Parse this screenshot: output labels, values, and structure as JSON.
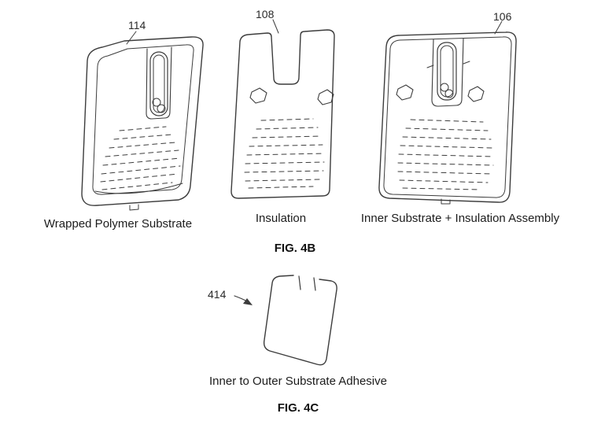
{
  "figure_4b": {
    "title": "FIG. 4B",
    "items": [
      {
        "ref": "114",
        "caption": "Wrapped Polymer Substrate"
      },
      {
        "ref": "108",
        "caption": "Insulation"
      },
      {
        "ref": "106",
        "caption": "Inner Substrate + Insulation Assembly"
      }
    ]
  },
  "figure_4c": {
    "title": "FIG. 4C",
    "ref": "414",
    "caption": "Inner to Outer Substrate Adhesive"
  },
  "colors": {
    "line": "#3c3c3c",
    "background": "#ffffff"
  }
}
